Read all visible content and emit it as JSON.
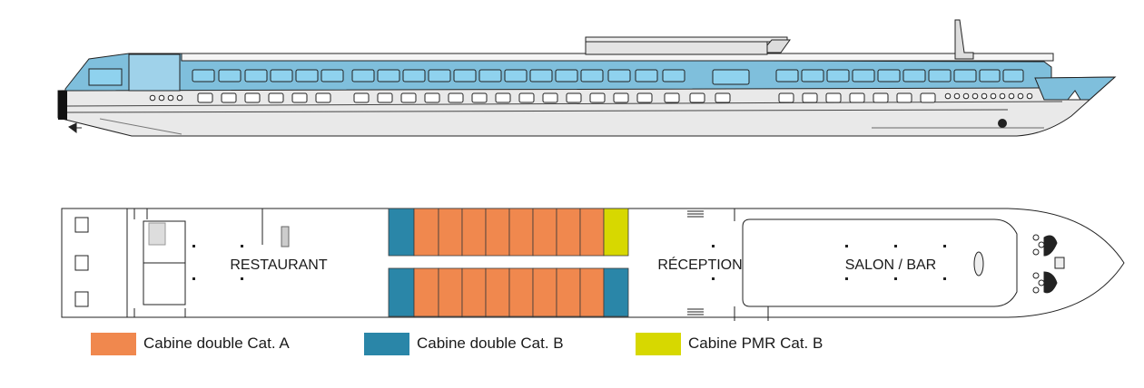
{
  "colors": {
    "cat_a": "#f0884e",
    "cat_b": "#2a86a8",
    "pmr": "#d7d800",
    "window": "#8fd2ee",
    "superstructure": "#7fbfdc",
    "hull": "#e9e9e9",
    "outline": "#222222"
  },
  "side_view": {
    "icon": "ship-side-profile"
  },
  "deck_plan": {
    "rooms": [
      {
        "key": "restaurant",
        "label": "RESTAURANT"
      },
      {
        "key": "reception",
        "label": "RÉCEPTION"
      },
      {
        "key": "salon_bar",
        "label": "SALON / BAR"
      }
    ],
    "cabins_top": [
      "cat_b",
      "cat_a",
      "cat_a",
      "cat_a",
      "cat_a",
      "cat_a",
      "cat_a",
      "cat_a",
      "cat_a",
      "pmr"
    ],
    "cabins_bottom": [
      "cat_b",
      "cat_a",
      "cat_a",
      "cat_a",
      "cat_a",
      "cat_a",
      "cat_a",
      "cat_a",
      "cat_a",
      "cat_b"
    ]
  },
  "legend": [
    {
      "key": "cat_a",
      "label": "Cabine double Cat. A"
    },
    {
      "key": "cat_b",
      "label": "Cabine double Cat. B"
    },
    {
      "key": "pmr",
      "label": "Cabine PMR Cat. B"
    }
  ]
}
